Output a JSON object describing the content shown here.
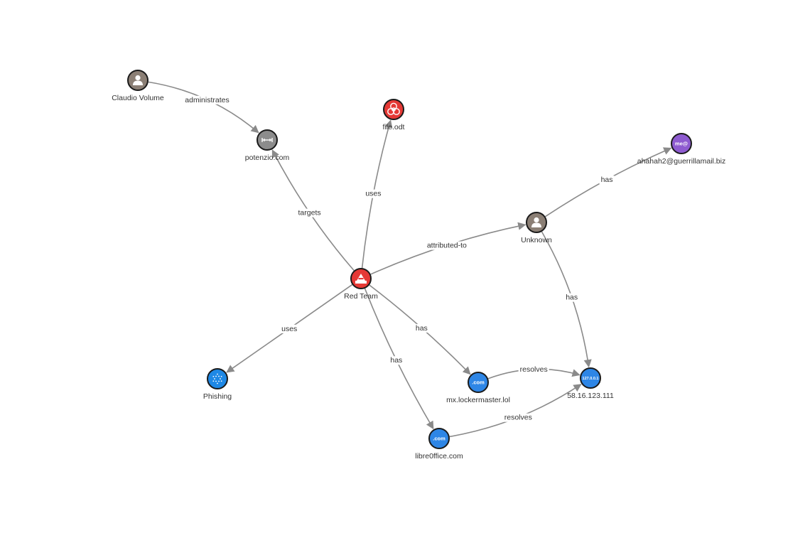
{
  "nodes": [
    {
      "id": "claudio",
      "label": "Claudio Volume",
      "type": "person",
      "color": "#8b7f75",
      "icon": "person-icon"
    },
    {
      "id": "potenzio",
      "label": "potenzio.com",
      "type": "identity",
      "color": "#8c8c8c",
      "icon": "infrastructure-icon"
    },
    {
      "id": "fileodt",
      "label": "file.odt",
      "type": "malware",
      "color": "#e53935",
      "icon": "biohazard-icon"
    },
    {
      "id": "ahahah",
      "label": "ahahah2@guerrillamail.biz",
      "type": "email",
      "color": "#8e5bd0",
      "icon": "email-icon",
      "icon_text": "me@"
    },
    {
      "id": "unknown",
      "label": "Unknown",
      "type": "person",
      "color": "#8b7f75",
      "icon": "person-icon"
    },
    {
      "id": "redteam",
      "label": "Red Team",
      "type": "intrusion-set",
      "color": "#e53935",
      "icon": "hacker-icon"
    },
    {
      "id": "phishing",
      "label": "Phishing",
      "type": "attack-pattern",
      "color": "#1e88e5",
      "icon": "attack-pattern-icon"
    },
    {
      "id": "mx",
      "label": "mx.lockermaster.lol",
      "type": "domain",
      "color": "#2e86e6",
      "icon": "domain-icon",
      "icon_text": ".com"
    },
    {
      "id": "ip",
      "label": "58.16.123.111",
      "type": "ipv4",
      "color": "#2e86e6",
      "icon": "ip-address-icon",
      "icon_text": "127.0.0.1"
    },
    {
      "id": "libre",
      "label": "libre0ffice.com",
      "type": "domain",
      "color": "#2e86e6",
      "icon": "domain-icon",
      "icon_text": ".com"
    }
  ],
  "edges": [
    {
      "from": "claudio",
      "to": "potenzio",
      "label": "administrates"
    },
    {
      "from": "redteam",
      "to": "potenzio",
      "label": "targets"
    },
    {
      "from": "redteam",
      "to": "fileodt",
      "label": "uses"
    },
    {
      "from": "redteam",
      "to": "unknown",
      "label": "attributed-to"
    },
    {
      "from": "unknown",
      "to": "ahahah",
      "label": "has"
    },
    {
      "from": "unknown",
      "to": "ip",
      "label": "has"
    },
    {
      "from": "redteam",
      "to": "phishing",
      "label": "uses"
    },
    {
      "from": "redteam",
      "to": "mx",
      "label": "has"
    },
    {
      "from": "redteam",
      "to": "libre",
      "label": "has"
    },
    {
      "from": "mx",
      "to": "ip",
      "label": "resolves"
    },
    {
      "from": "libre",
      "to": "ip",
      "label": "resolves"
    }
  ],
  "colors": {
    "edge": "#8a8a8a",
    "label": "#333333",
    "background": "#ffffff"
  }
}
